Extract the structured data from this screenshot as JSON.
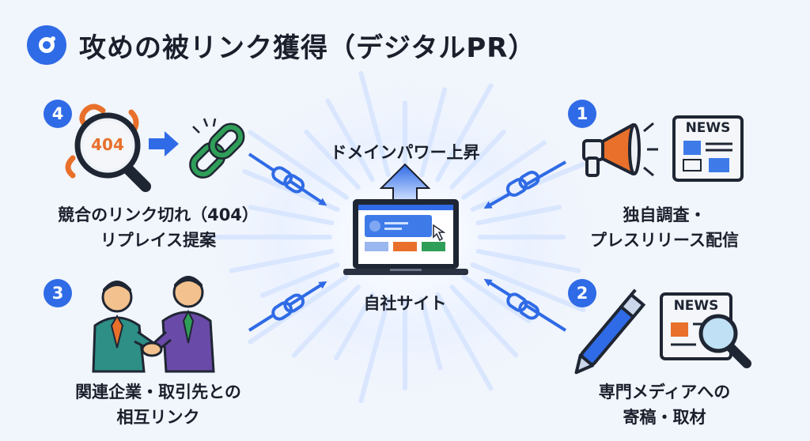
{
  "title": "攻めの被リンク獲得（デジタルPR）",
  "center": {
    "boost": "ドメインパワー上昇",
    "site": "自社サイト"
  },
  "items": [
    {
      "num": "1",
      "line1": "独自調査・",
      "line2": "プレスリリース配信"
    },
    {
      "num": "2",
      "line1": "専門メディアへの",
      "line2": "寄稿・取材"
    },
    {
      "num": "3",
      "line1": "関連企業・取引先との",
      "line2": "相互リンク"
    },
    {
      "num": "4",
      "line1": "競合のリンク切れ（404）",
      "line2": "リプレイス提案"
    }
  ],
  "icon_text": {
    "error_code": "404",
    "news_1": "NEWS",
    "news_2": "NEWS"
  },
  "icons": [
    "magnifier-404-icon",
    "broken-link-icon",
    "chain-link-icon",
    "megaphone-icon",
    "newspaper-icon",
    "pen-icon",
    "newspaper-magnifier-icon",
    "handshake-icon",
    "laptop-icon",
    "arrow-up-icon"
  ],
  "colors": {
    "accent": "#2f6be6",
    "orange": "#e8702a",
    "green": "#2f9e58",
    "dark": "#1a1f2b"
  }
}
